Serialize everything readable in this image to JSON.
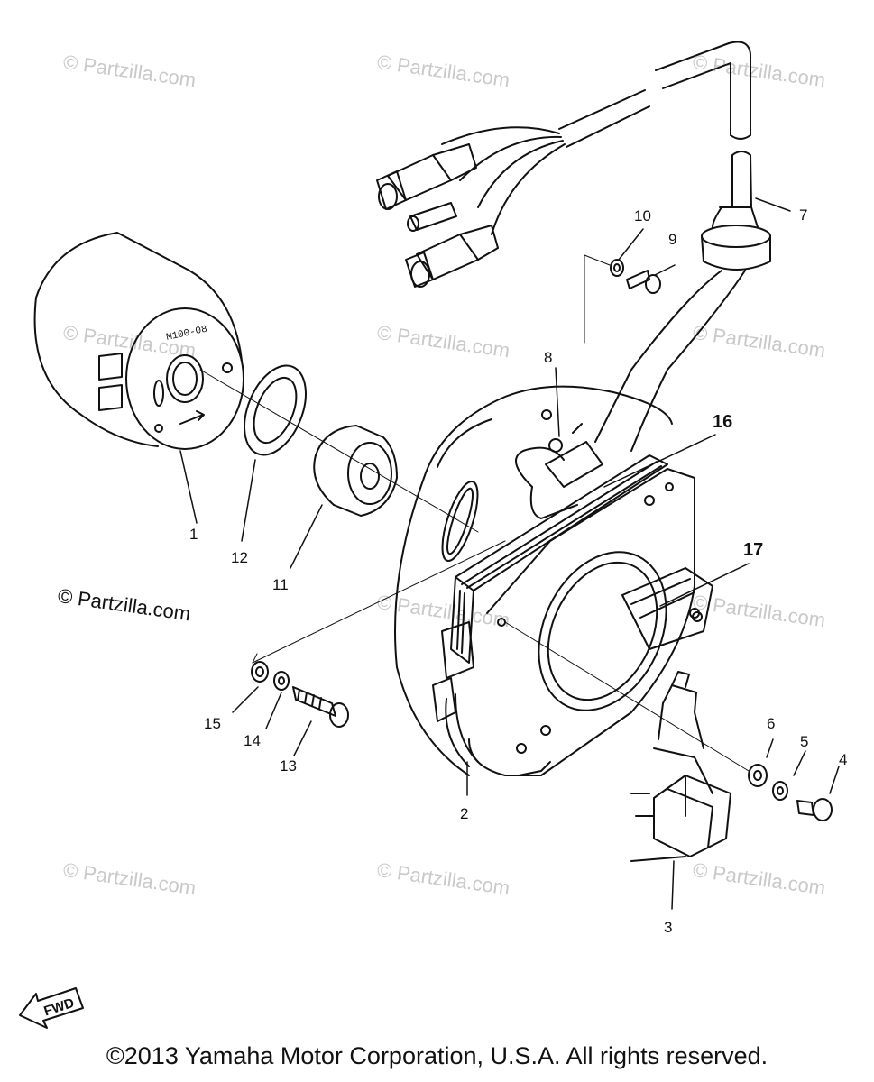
{
  "watermark_text": "© Partzilla.com",
  "watermark_main_text": "© Partzilla.com",
  "copyright": "©2013 Yamaha Motor Corporation, U.S.A. All rights reserved.",
  "fwd_badge": {
    "label": "FWD",
    "icon": "fwd-arrow-icon"
  },
  "part_labels": {
    "p1": "1",
    "p2": "2",
    "p3": "3",
    "p4": "4",
    "p5": "5",
    "p6": "6",
    "p7": "7",
    "p8": "8",
    "p9": "9",
    "p10": "10",
    "p11": "11",
    "p12": "12",
    "p13": "13",
    "p14": "14",
    "p15": "15",
    "p16": "16",
    "p17": "17"
  },
  "rotor_marking": "M100-08",
  "colors": {
    "ink": "#111111",
    "watermark": "#c9c9c9",
    "background": "#ffffff"
  }
}
